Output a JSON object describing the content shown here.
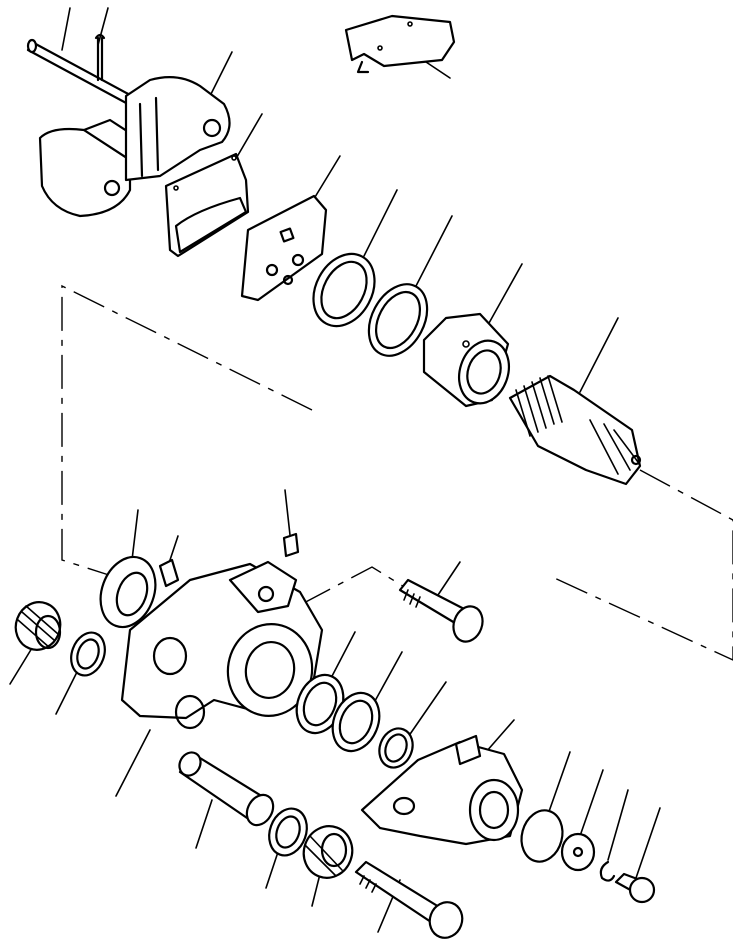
{
  "figure": {
    "kind": "exploded-parts-view",
    "parts": [
      {
        "id": "pin",
        "icon": "pin-icon"
      },
      {
        "id": "cotter-pin",
        "icon": "cotter-icon"
      },
      {
        "id": "yoke",
        "icon": "yoke-icon"
      },
      {
        "id": "plate",
        "icon": "plate-icon"
      },
      {
        "id": "friction-pad",
        "icon": "pad-icon"
      },
      {
        "id": "back-plate",
        "icon": "plate-icon"
      },
      {
        "id": "seal-ring",
        "icon": "ring-icon"
      },
      {
        "id": "bearing-ring",
        "icon": "ring-icon"
      },
      {
        "id": "nut",
        "icon": "nut-icon"
      },
      {
        "id": "splined-shaft",
        "icon": "shaft-icon"
      },
      {
        "id": "oil-seal",
        "icon": "seal-icon"
      },
      {
        "id": "nipple",
        "icon": "nipple-icon"
      },
      {
        "id": "grease-fitting",
        "icon": "fitting-icon"
      },
      {
        "id": "bolt",
        "icon": "bolt-icon"
      },
      {
        "id": "housing",
        "icon": "housing-icon"
      },
      {
        "id": "bushing",
        "icon": "bushing-icon"
      },
      {
        "id": "bellows",
        "icon": "bellows-icon"
      },
      {
        "id": "shim-1",
        "icon": "ring-icon"
      },
      {
        "id": "shim-2",
        "icon": "ring-icon"
      },
      {
        "id": "shim-3",
        "icon": "ring-icon"
      },
      {
        "id": "lever",
        "icon": "lever-icon"
      },
      {
        "id": "washer",
        "icon": "washer-icon"
      },
      {
        "id": "snap-ring",
        "icon": "snap-ring-icon"
      },
      {
        "id": "small-bolt",
        "icon": "bolt-icon"
      },
      {
        "id": "sleeve",
        "icon": "sleeve-icon"
      },
      {
        "id": "ring",
        "icon": "ring-icon"
      },
      {
        "id": "bellows-2",
        "icon": "bellows-icon"
      },
      {
        "id": "long-bolt",
        "icon": "bolt-icon"
      }
    ]
  }
}
